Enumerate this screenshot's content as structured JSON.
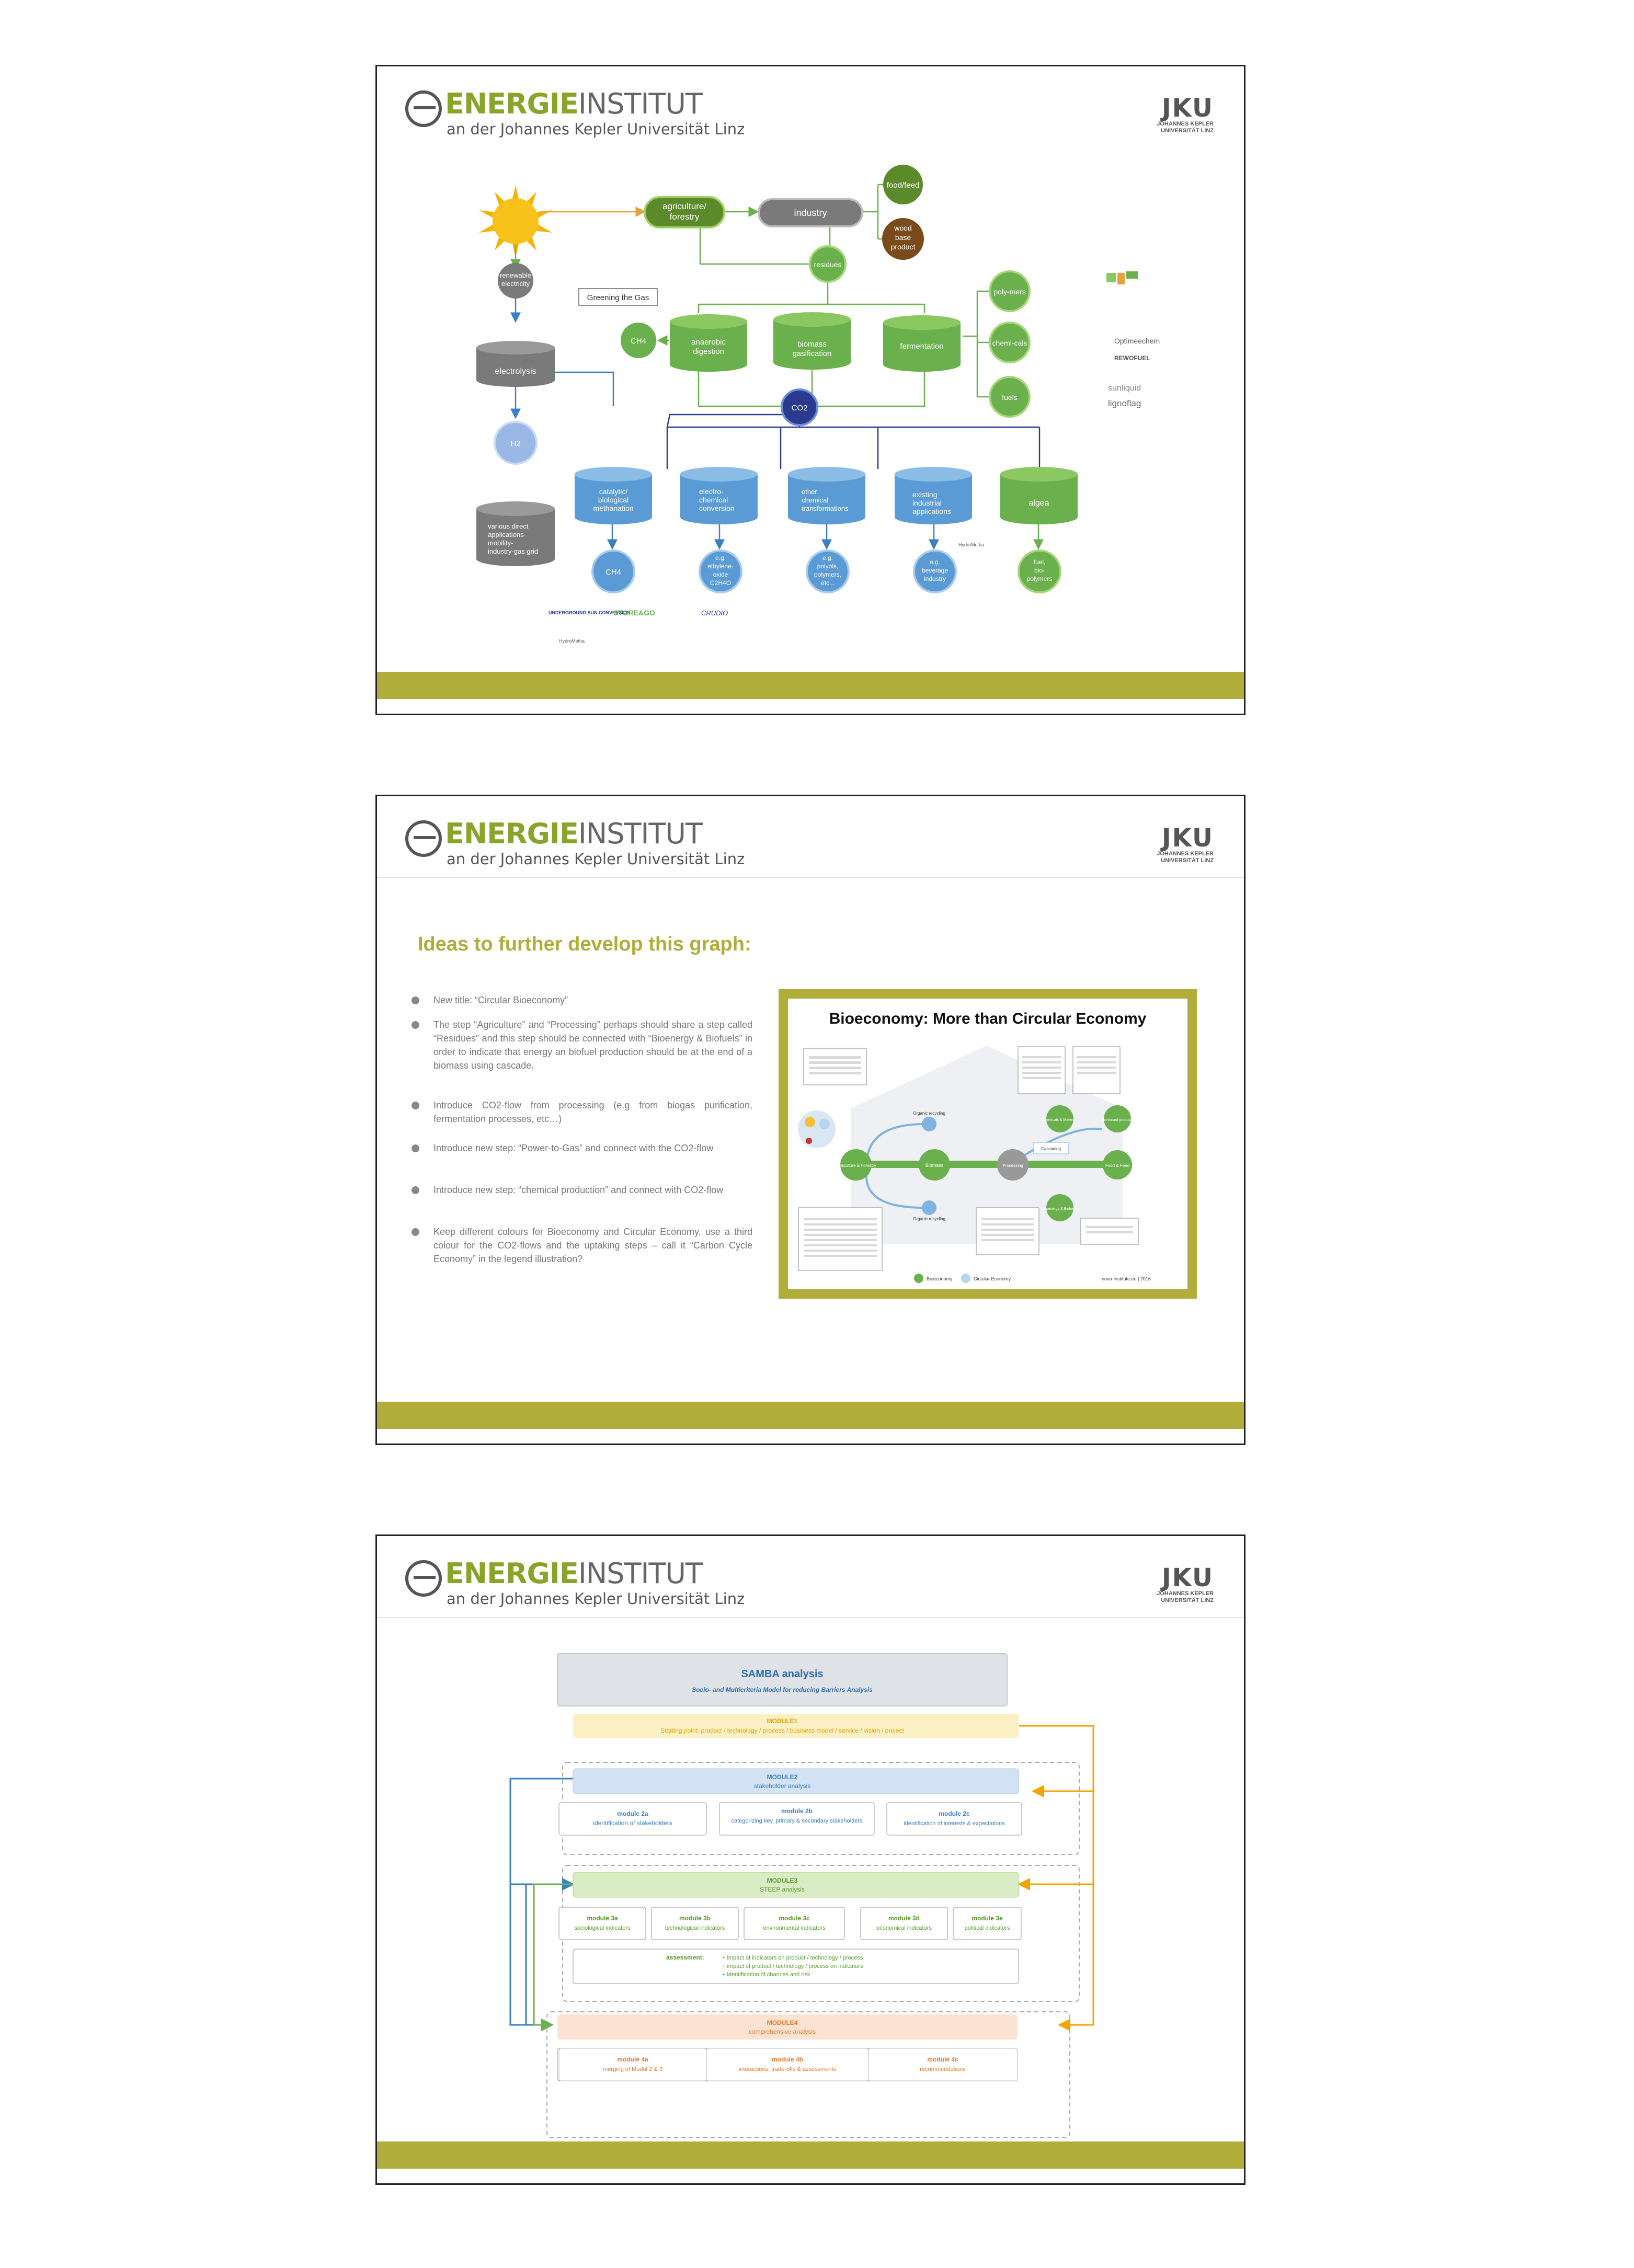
{
  "header": {
    "brand_bold": "ENERGIE",
    "brand_light": "INSTITUT",
    "subtitle": "an der Johannes Kepler Universität Linz",
    "jku_mark": "JKU",
    "jku_line1": "JOHANNES KEPLER",
    "jku_line2": "UNIVERSITÄT LINZ"
  },
  "slide1": {
    "agri": [
      "agriculture/",
      "forestry"
    ],
    "industry": "industry",
    "food": "food/feed",
    "wood": [
      "wood",
      "base",
      "product"
    ],
    "residues": "residues",
    "renew": [
      "renewable",
      "electricity"
    ],
    "greening": "Greening the Gas",
    "ch4": "CH4",
    "anaerobic": [
      "anaerobic",
      "digestion"
    ],
    "gasif": [
      "biomass",
      "gasification"
    ],
    "ferment": "fermentation",
    "polymers": "poly-mers",
    "chemicals": "chemi-cals",
    "fuels": "fuels",
    "electrolysis": "electrolysis",
    "co2": "CO2",
    "h2": "H2",
    "catalytic": [
      "catalytic/",
      "biological",
      "methanation"
    ],
    "electro": [
      "electro-",
      "chemical",
      "conversion"
    ],
    "other": [
      "other",
      "chemical",
      "transformations"
    ],
    "existing": [
      "existing",
      "industrial",
      "applications"
    ],
    "algea": "algea",
    "various": [
      "various direct",
      "applications-",
      "mobility-",
      "industry-gas grid"
    ],
    "ch4_out": "CH4",
    "eg1": [
      "e.g.",
      "ethylene-",
      "oxide",
      "C2H4O"
    ],
    "eg2": [
      "e.g.",
      "polyols,",
      "polymers,",
      "etc..."
    ],
    "eg3": [
      "e.g.",
      "beverage",
      "industry"
    ],
    "fuel_bio": [
      "fuel,",
      "bio-",
      "polymers"
    ],
    "logos_right": [
      "Optimeechem",
      "REWOFUEL",
      "sunliquid",
      "lignoflag"
    ],
    "logos_bottom": [
      "UNDERGROUND SUN.CONVERSION",
      "STORE&GO",
      "HydroMetha",
      "CRUDIO"
    ],
    "hydromatha": "HydroMetha"
  },
  "slide2": {
    "title": "Ideas to further develop this graph:",
    "bullets": [
      "New title: “Circular Bioeconomy”",
      "The step “Agriculture” and “Processing” perhaps should share a step called “Residues” and this step should be connected with “Bioenergy & Biofuels” in order to indicate that energy an biofuel production should be at the end of a biomass using cascade.",
      "Introduce CO2-flow from processing (e.g from biogas purification, fermentation processes, etc…)",
      "Introduce new step: “Power-to-Gas” and connect with the CO2-flow",
      "Introduce new step: “chemical production” and connect with CO2-flow",
      "Keep different colours for Bioeconomy and Circular Economy, use a third colour for the CO2-flows and the uptaking steps – call it “Carbon Cycle Economy” in the legend illustration?"
    ],
    "figure": {
      "title": "Bioeconomy: More than Circular Economy",
      "nodes": [
        "Agriculture & Forestry",
        "Biomass",
        "Processing",
        "Food & Feed",
        "Chemicals & Materials",
        "Bio-based products",
        "Bioenergy & Biofuels",
        "Organic recycling",
        "Organic recycling",
        "Cascading"
      ],
      "legend": [
        "Bioeconomy",
        "Circular Economy"
      ],
      "footer": "nova-Institute.eu | 2016"
    }
  },
  "slide3": {
    "samba_title": "SAMBA analysis",
    "samba_sub": "Socio- and Multicriteria Model for reducing Barriers Analysis",
    "m1_title": "MODULE1",
    "m1_text": "Starting point: product / technology / process / business model / service / vision / project",
    "m2_title": "MODULE2",
    "m2_text": "stakeholder analysis",
    "m2a_t": "module 2a",
    "m2a": "identification of stakeholders",
    "m2b_t": "module 2b",
    "m2b": "categorizing key, primary & secondary stakeholders",
    "m2c_t": "module 2c",
    "m2c": "identification of interests & expectations",
    "m3_title": "MODULE3",
    "m3_text": "STEEP analysis",
    "m3a_t": "module 3a",
    "m3a": "sociological indicators",
    "m3b_t": "module 3b",
    "m3b": "technological indicators",
    "m3c_t": "module 3c",
    "m3c": "environmental indicators",
    "m3d_t": "module 3d",
    "m3d": "economical indicators",
    "m3e_t": "module 3e",
    "m3e": "political indicators",
    "assess_label": "assessment:",
    "assess_1": "+ impact of indicators on product / technology / process",
    "assess_2": "+ impact of product / technology / process on indicators",
    "assess_3": "+ identification of chances and risk",
    "m4_title": "MODULE4",
    "m4_text": "comprehensive analysis",
    "m4a_t": "module 4a",
    "m4a": "merging of Modul 2 & 3",
    "m4b_t": "module 4b",
    "m4b": "interactions, trade-offs & assessments",
    "m4c_t": "module 4c",
    "m4c": "recommendations"
  }
}
